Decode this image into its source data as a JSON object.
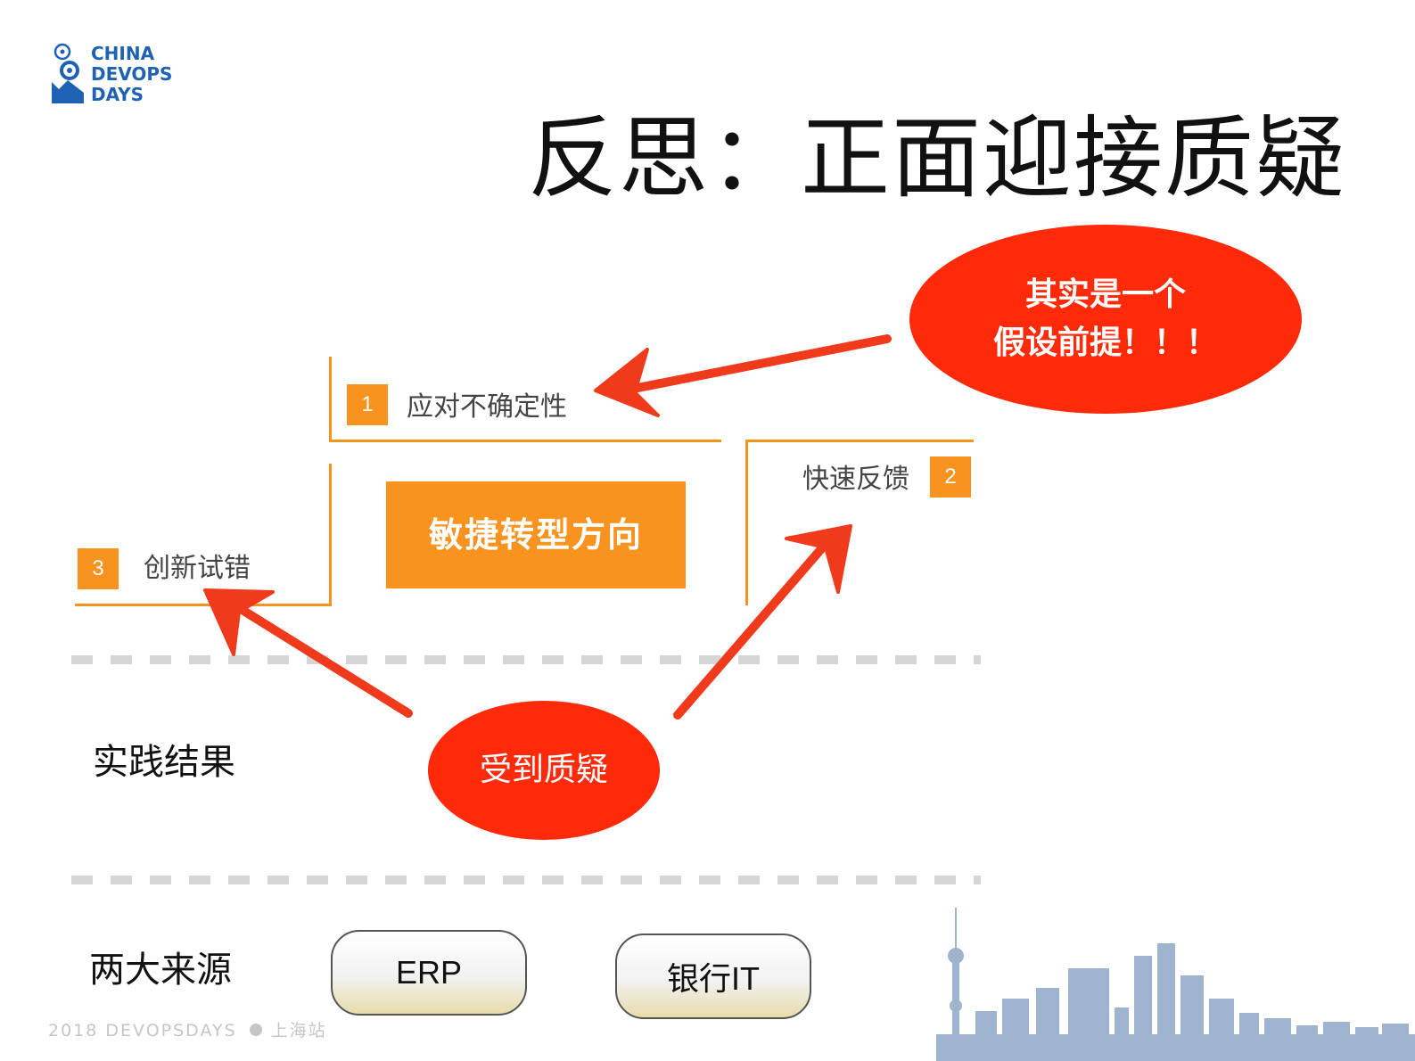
{
  "logo": {
    "lines": [
      "CHINA",
      "DEVOPS",
      "DAYS"
    ],
    "brand_color": "#1f62b3"
  },
  "title": "反思：正面迎接质疑",
  "steps": [
    {
      "number": "1",
      "label": "应对不确定性"
    },
    {
      "number": "2",
      "label": "快速反馈"
    },
    {
      "number": "3",
      "label": "创新试错"
    }
  ],
  "center_box": "敏捷转型方向",
  "callouts": {
    "assumption_line1": "其实是一个",
    "assumption_line2": "假设前提！！！",
    "challenged": "受到质疑"
  },
  "rows": {
    "practice_results": "实践结果",
    "two_sources": "两大来源"
  },
  "sources": [
    "ERP",
    "银行IT"
  ],
  "footer": {
    "left": "2018 DEVOPSDAYS",
    "right": "上海站"
  },
  "colors": {
    "accent_orange": "#f7931e",
    "callout_red": "#ff2a0a",
    "arrow_red": "#f03a1c",
    "skyline": "#8fa8c6"
  },
  "icons": {
    "logo_mark": "gear-snowflake-icon",
    "skyline": "shanghai-skyline-graphic"
  }
}
